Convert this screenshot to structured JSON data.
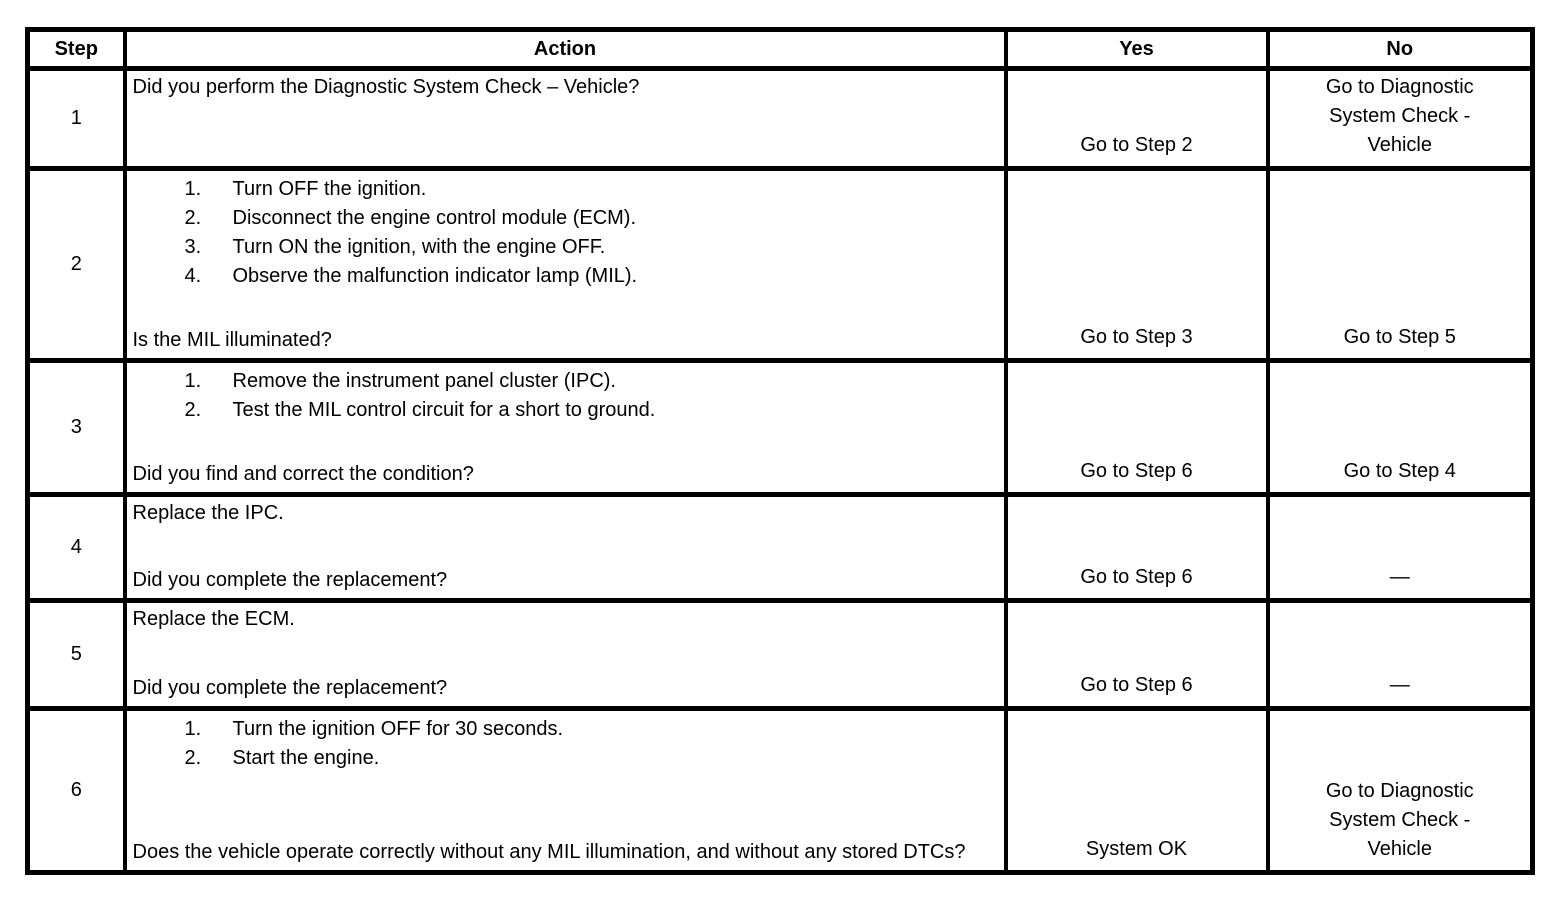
{
  "colors": {
    "border": "#000000",
    "text": "#000000",
    "background": "#ffffff"
  },
  "table": {
    "headers": {
      "step": "Step",
      "action": "Action",
      "yes": "Yes",
      "no": "No"
    },
    "rows": [
      {
        "step": "1",
        "intro": "Did you perform the Diagnostic System Check – Vehicle?",
        "list": [],
        "question": "",
        "yes": "Go to Step 2",
        "no": "Go to Diagnostic System Check - Vehicle"
      },
      {
        "step": "2",
        "intro": "",
        "list": [
          "Turn OFF the ignition.",
          "Disconnect the engine control module (ECM).",
          "Turn ON the ignition, with the engine OFF.",
          "Observe the malfunction indicator lamp (MIL)."
        ],
        "question": "Is the MIL illuminated?",
        "yes": "Go to Step 3",
        "no": "Go to Step 5"
      },
      {
        "step": "3",
        "intro": "",
        "list": [
          "Remove the instrument panel cluster (IPC).",
          "Test the MIL control circuit for a short to ground."
        ],
        "question": "Did you find and correct the condition?",
        "yes": "Go to Step 6",
        "no": "Go to Step 4"
      },
      {
        "step": "4",
        "intro": "Replace the IPC.",
        "list": [],
        "question": "Did you complete the replacement?",
        "yes": "Go to Step 6",
        "no": "—"
      },
      {
        "step": "5",
        "intro": "Replace the ECM.",
        "list": [],
        "question": "Did you complete the replacement?",
        "yes": "Go to Step 6",
        "no": "—"
      },
      {
        "step": "6",
        "intro": "",
        "list": [
          "Turn the ignition OFF for 30 seconds.",
          "Start the engine."
        ],
        "question": "Does the vehicle operate correctly without any MIL illumination, and without any stored DTCs?",
        "yes": "System OK",
        "no": "Go to Diagnostic System Check - Vehicle"
      }
    ]
  }
}
